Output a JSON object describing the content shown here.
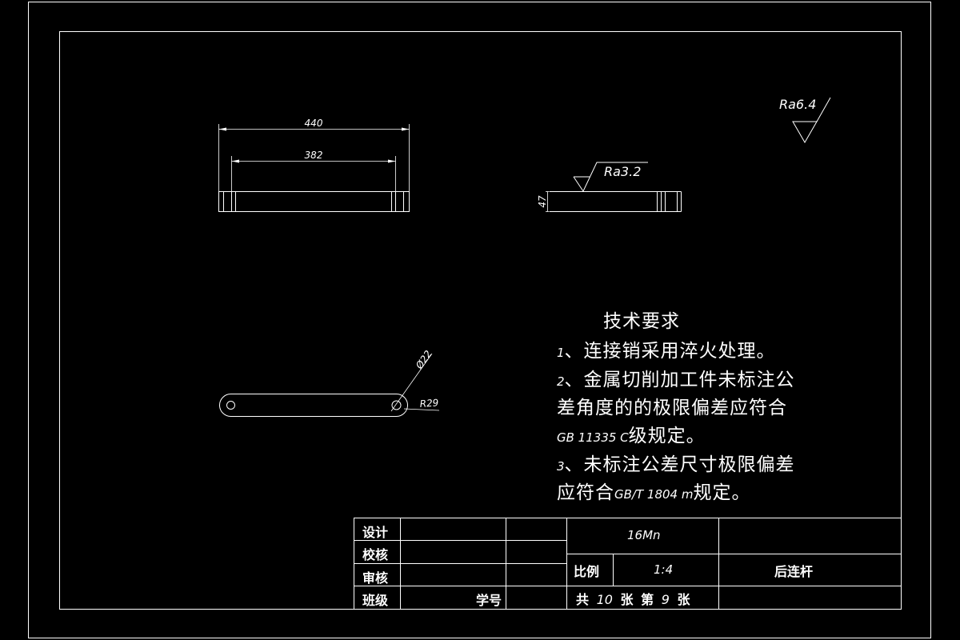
{
  "dimensions": {
    "overall_length": "440",
    "hole_spacing": "382",
    "thickness": "47",
    "hole_diameter": "Ø22",
    "end_radius": "R29"
  },
  "surface_roughness": {
    "general": "Ra6.4",
    "local": "Ra3.2"
  },
  "tech_requirements": {
    "title": "技术要求",
    "item1_num": "1",
    "item1_text": "、连接销采用淬火处理。",
    "item2_num": "2",
    "item2_line1": "、金属切削加工件未标注公",
    "item2_line2": "差角度的的极限偏差应符合",
    "item2_std": "GB 11335 C",
    "item2_tail": "级规定。",
    "item3_num": "3",
    "item3_line1": "、未标注公差尺寸极限偏差",
    "item3_line2a": "应符合",
    "item3_std": "GB/T 1804 m",
    "item3_tail": "规定。"
  },
  "title_block": {
    "design": "设计",
    "check": "校核",
    "review": "审核",
    "class": "班级",
    "student_id": "学号",
    "material": "16Mn",
    "scale_label": "比例",
    "scale_value": "1:4",
    "part_name": "后连杆",
    "sheets_prefix": "共",
    "sheets_total": "10",
    "sheets_mid": "张 第",
    "sheet_no": "9",
    "sheets_suffix": "张"
  }
}
